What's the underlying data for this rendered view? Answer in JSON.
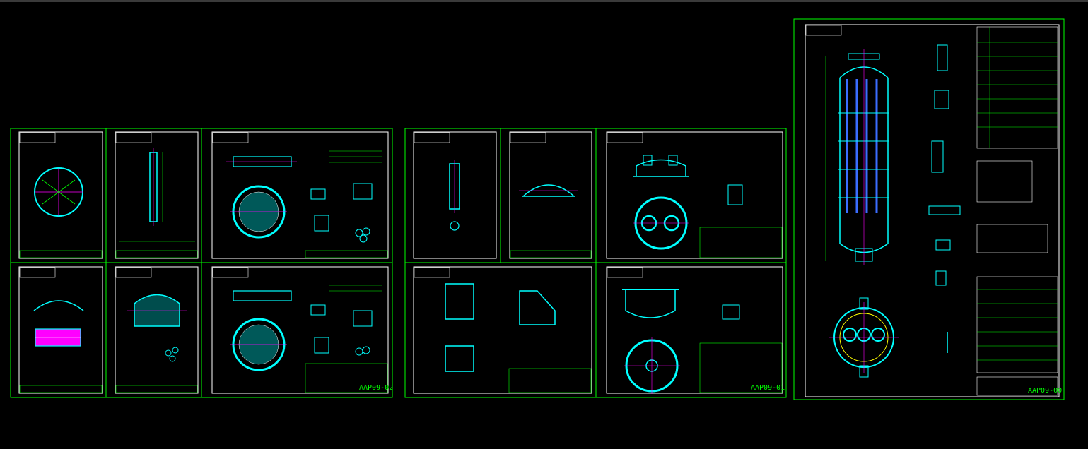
{
  "viewport": {
    "background": "#000000",
    "frame_color": "#00ff00",
    "sheet_color": "#ffffff"
  },
  "colors": {
    "green": "#00ff00",
    "cyan": "#00ffff",
    "magenta": "#ff00ff",
    "white": "#ffffff",
    "yellow": "#ffff00",
    "blue": "#3b6dff"
  },
  "labels": {
    "sheet_number_a": "AAP09-02",
    "sheet_number_b": "AAP09-01",
    "sheet_number_c": "AAP09-00"
  },
  "groups": [
    {
      "name": "group-left",
      "sheets": 6
    },
    {
      "name": "group-middle",
      "sheets": 5
    },
    {
      "name": "group-right",
      "sheets": 1
    }
  ]
}
